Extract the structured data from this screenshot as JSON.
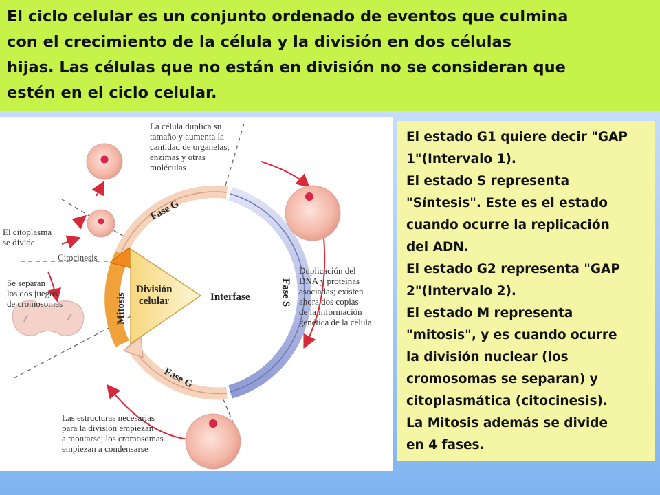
{
  "banner": {
    "lines": [
      "El ciclo celular es un conjunto ordenado de eventos que culmina",
      "con el crecimiento de la célula y la división en dos células",
      "hijas.  Las células que no están en división no se consideran que",
      "estén en el ciclo celular."
    ]
  },
  "diagram": {
    "desc_top": [
      "La célula duplica su",
      "tamaño y aumenta la",
      "cantidad de organelas,",
      "enzimas y otras",
      "moléculas"
    ],
    "desc_left1": [
      "El citoplasma",
      "se divide"
    ],
    "desc_left2": [
      "Se separan",
      "los dos juegos",
      "de cromosomas"
    ],
    "desc_right": [
      "Duplicación del",
      "DNA y proteínas",
      "asociadas; existen",
      "ahora dos copias",
      "de la información",
      "genética de la célula"
    ],
    "desc_bottom": [
      "Las estructuras necesarias",
      "para la división empiezan",
      "a montarse; los cromosomas",
      "empiezan a condensarse"
    ],
    "fase_g_top": "Fase G",
    "fase_s": "Fase S",
    "fase_g_bottom": "Fase G",
    "citocinesis": "Citocinesis",
    "mitosis": "Mitosis",
    "division": [
      "División",
      "celular"
    ],
    "interfase": "Interfase"
  },
  "info": {
    "lines": [
      "El estado G1 quiere decir \"GAP",
      "1\"(Intervalo 1).",
      "El estado S representa",
      "\"Síntesis\". Este es el estado",
      "cuando ocurre la replicación",
      "del ADN.",
      "El estado G2 representa \"GAP",
      "2\"(Intervalo 2).",
      "El estado M representa",
      "\"mitosis\", y es cuando ocurre",
      "la división nuclear (los",
      "cromosomas se separan) y",
      "citoplasmática (citocinesis).",
      "La Mitosis  además se divide",
      "en  4 fases."
    ]
  }
}
